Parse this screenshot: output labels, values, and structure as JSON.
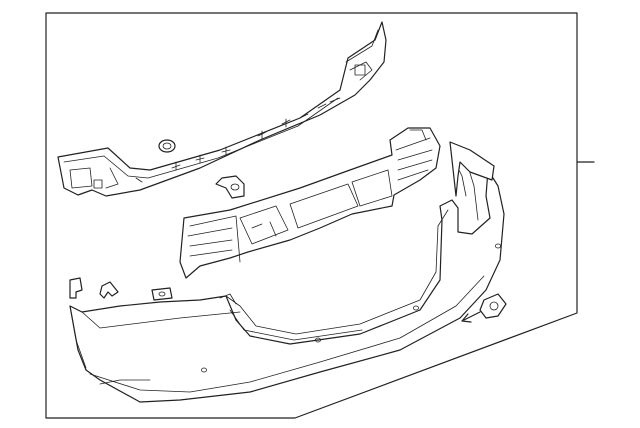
{
  "diagram": {
    "colors": {
      "line": "#222222",
      "background": "#ffffff"
    },
    "parts": [
      {
        "id": "reinforcement-beam"
      },
      {
        "id": "clip-round"
      },
      {
        "id": "bracket-small"
      },
      {
        "id": "energy-absorber"
      },
      {
        "id": "retainer-left-1"
      },
      {
        "id": "retainer-left-2"
      },
      {
        "id": "retainer-clip"
      },
      {
        "id": "bumper-cover"
      },
      {
        "id": "tow-hook-cap"
      }
    ]
  }
}
